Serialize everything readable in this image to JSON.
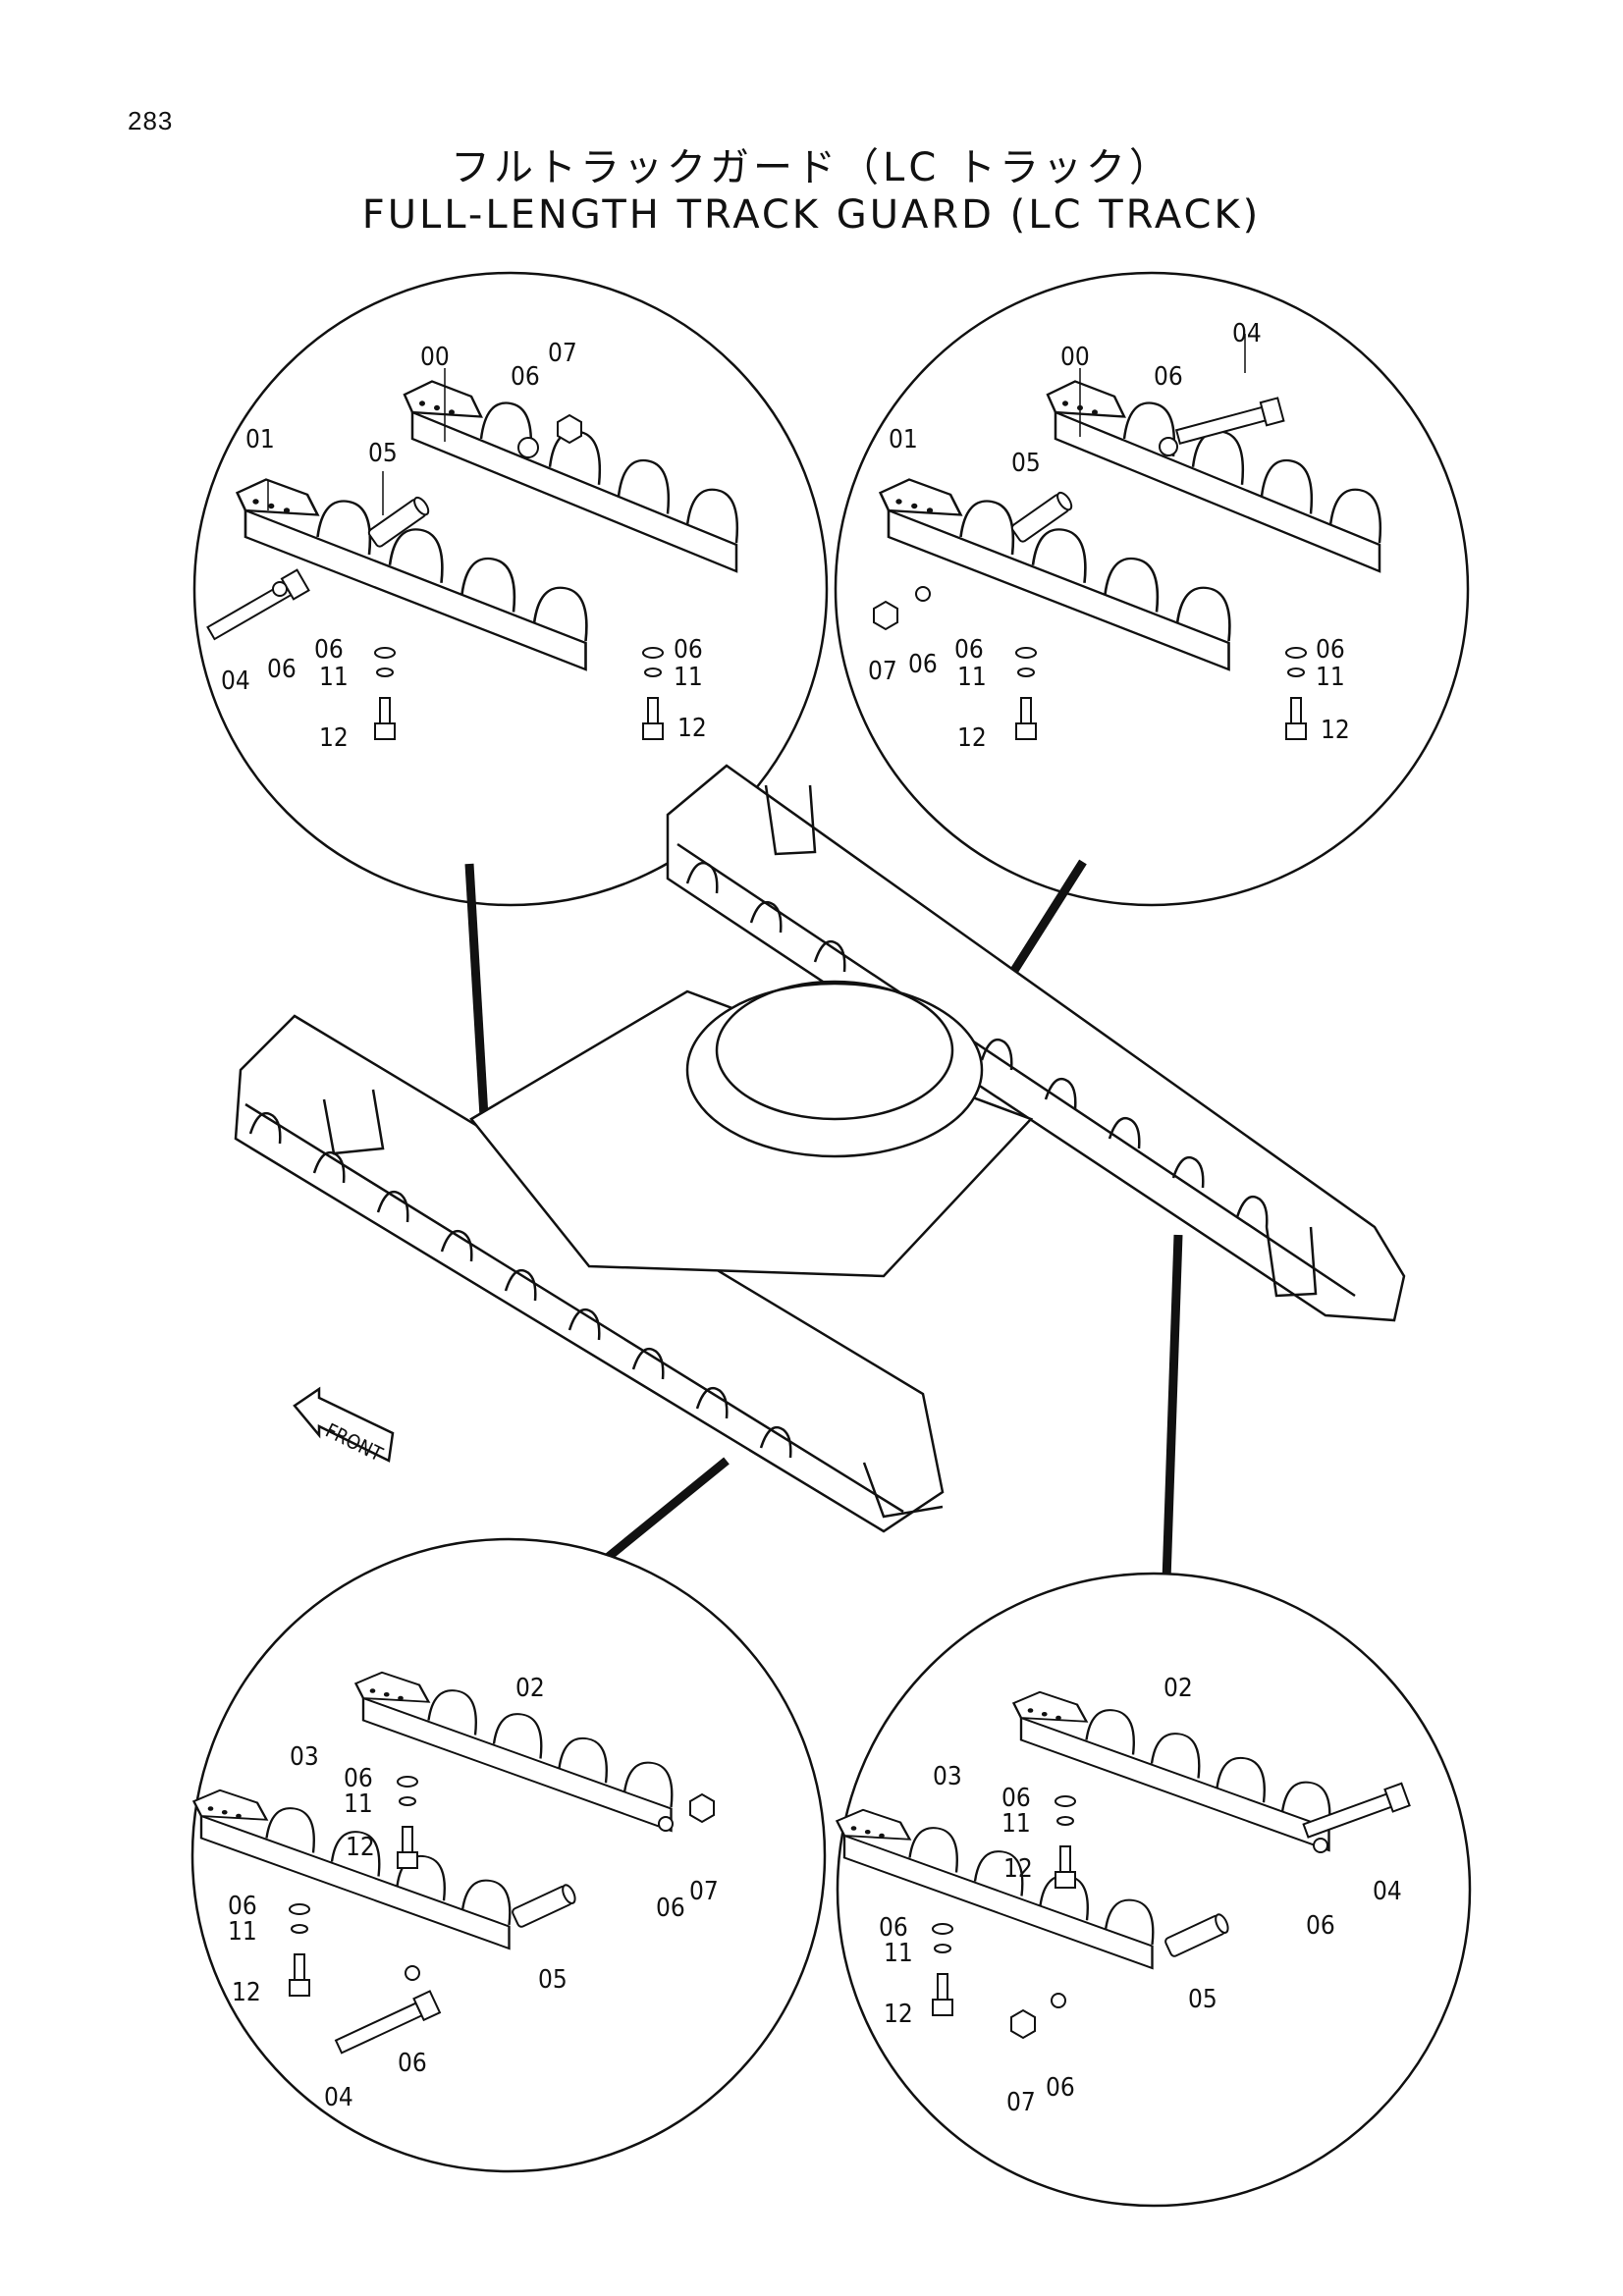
{
  "page_number": "283",
  "title_jp": "フルトラックガード（LC トラック）",
  "title_en": "FULL-LENGTH TRACK GUARD (LC TRACK)",
  "front_label": "FRONT",
  "callouts": {
    "tl": [
      "00",
      "06",
      "07",
      "01",
      "05",
      "04",
      "06",
      "06",
      "11",
      "06",
      "11",
      "12",
      "12"
    ],
    "tr": [
      "04",
      "00",
      "06",
      "01",
      "05",
      "07",
      "06",
      "06",
      "11",
      "06",
      "11",
      "12",
      "12"
    ],
    "bl": [
      "02",
      "03",
      "06",
      "11",
      "12",
      "06",
      "11",
      "12",
      "06",
      "07",
      "05",
      "06",
      "04"
    ],
    "br": [
      "02",
      "03",
      "06",
      "11",
      "12",
      "06",
      "04",
      "06",
      "11",
      "12",
      "05",
      "07",
      "06"
    ]
  }
}
